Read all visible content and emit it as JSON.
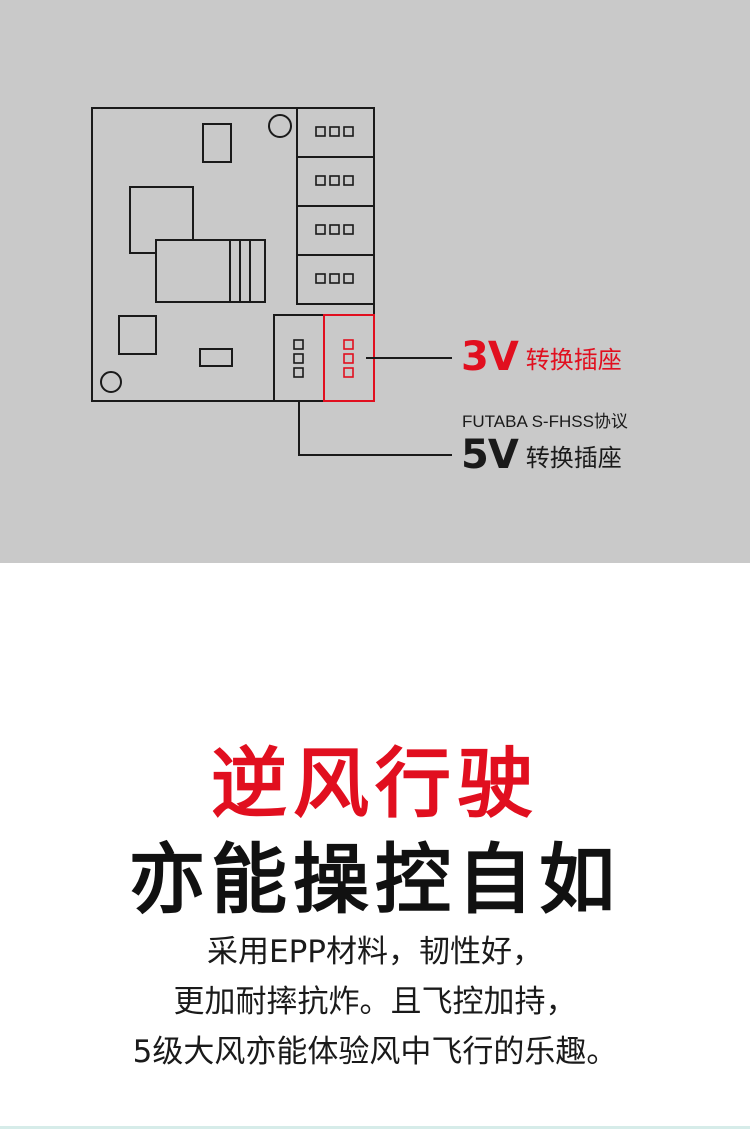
{
  "diagram": {
    "callout_3v": {
      "voltage": "3V",
      "label": "转换插座"
    },
    "protocol_note": "FUTABA S-FHSS协议",
    "callout_5v": {
      "voltage": "5V",
      "label": "转换插座"
    },
    "colors": {
      "panel_bg": "#c9c9c9",
      "accent_red": "#e10f1f",
      "line_dark": "#1a1a1a"
    }
  },
  "headline": {
    "line1": "逆风行驶",
    "line2": "亦能操控自如"
  },
  "description": {
    "lines": [
      "采用EPP材料，韧性好，",
      "更加耐摔抗炸。且飞控加持，",
      "5级大风亦能体验风中飞行的乐趣。"
    ]
  }
}
